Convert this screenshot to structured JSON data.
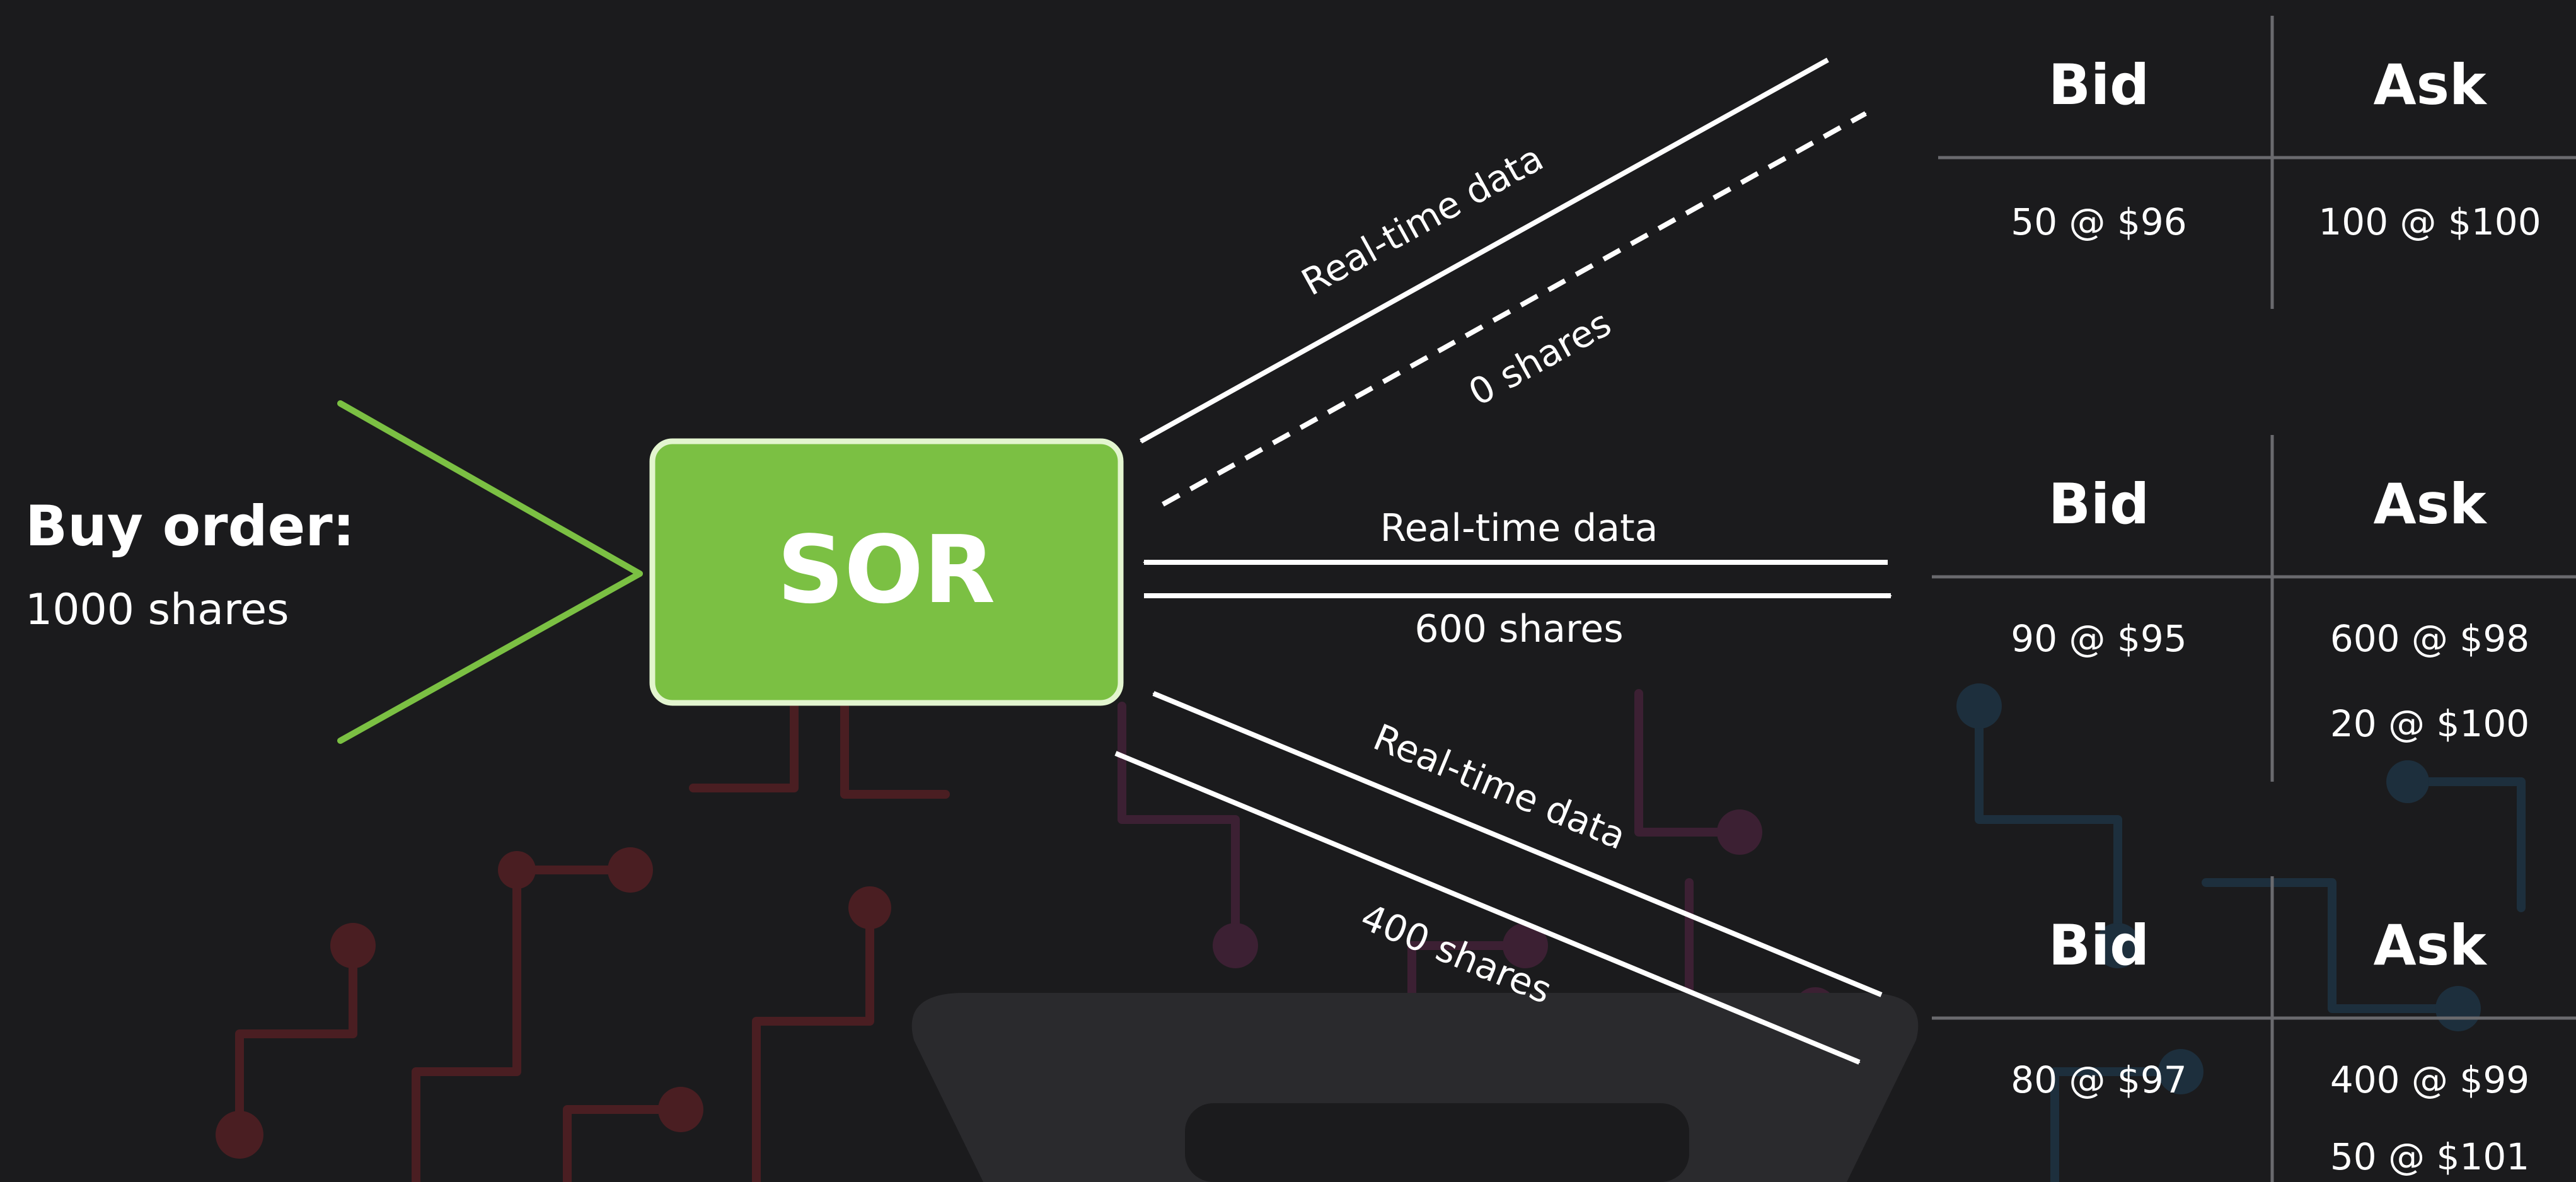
{
  "buy_order": {
    "title": "Buy order:",
    "quantity": "1000 shares"
  },
  "router": {
    "label": "SOR"
  },
  "routes": [
    {
      "data_label": "Real-time data",
      "order_label": "0 shares",
      "order_line": "dashed"
    },
    {
      "data_label": "Real-time data",
      "order_label": "600 shares",
      "order_line": "solid"
    },
    {
      "data_label": "Real-time data",
      "order_label": "400 shares",
      "order_line": "solid"
    }
  ],
  "order_books": [
    {
      "bid_header": "Bid",
      "ask_header": "Ask",
      "bids": [
        "50 @ $96"
      ],
      "asks": [
        "100 @ $100"
      ]
    },
    {
      "bid_header": "Bid",
      "ask_header": "Ask",
      "bids": [
        "90 @ $95"
      ],
      "asks": [
        "600 @ $98",
        "20 @ $100"
      ]
    },
    {
      "bid_header": "Bid",
      "ask_header": "Ask",
      "bids": [
        "80 @ $97"
      ],
      "asks": [
        "400 @ $99",
        "50 @ $101"
      ]
    }
  ],
  "colors": {
    "background": "#1b1b1d",
    "router_fill": "#7bc043",
    "router_border": "#e3f5cf",
    "funnel_lines": "#7bc043",
    "arrows": "#ffffff",
    "table_lines": "#6a6a6e",
    "circuit_red": "#4a1e22",
    "circuit_purple": "#3c2033",
    "circuit_blue": "#1d2f3d",
    "overlay_shape": "#2a2a2d"
  }
}
